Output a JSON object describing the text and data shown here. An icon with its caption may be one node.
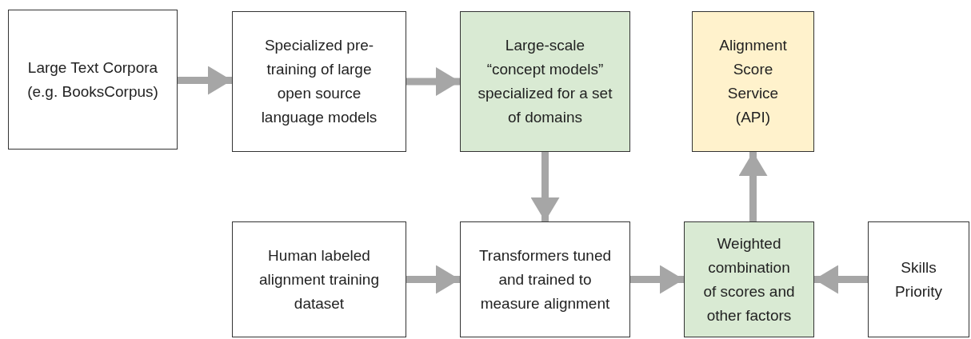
{
  "diagram": {
    "nodes": [
      {
        "text": [
          "Large Text Corpora (e.g. BooksCorpus)"
        ]
      },
      {
        "text": [
          "Specialized pre-training of large open source language models"
        ]
      },
      {
        "text": [
          "Large-scale “concept models” specialized for a set of domains"
        ]
      },
      {
        "text": [
          "Alignment Score Service (API)"
        ]
      },
      {
        "text": [
          "Human labeled alignment training dataset"
        ]
      },
      {
        "text": [
          "Transformers tuned and trained to measure alignment"
        ]
      },
      {
        "text": [
          "Weighted combination of scores and other factors"
        ]
      },
      {
        "text": [
          "Skills Priority"
        ]
      }
    ],
    "edges": [
      {
        "from": 0,
        "to": 1,
        "arrow": "to"
      },
      {
        "from": 1,
        "to": 2,
        "arrow": "to"
      },
      {
        "from": 2,
        "to": 5,
        "arrow": "to"
      },
      {
        "from": 4,
        "to": 5,
        "arrow": "to"
      },
      {
        "from": 5,
        "to": 6,
        "arrow": "to"
      },
      {
        "from": 7,
        "to": 6,
        "arrow": "to"
      },
      {
        "from": 6,
        "to": 3,
        "arrow": "to"
      }
    ]
  }
}
